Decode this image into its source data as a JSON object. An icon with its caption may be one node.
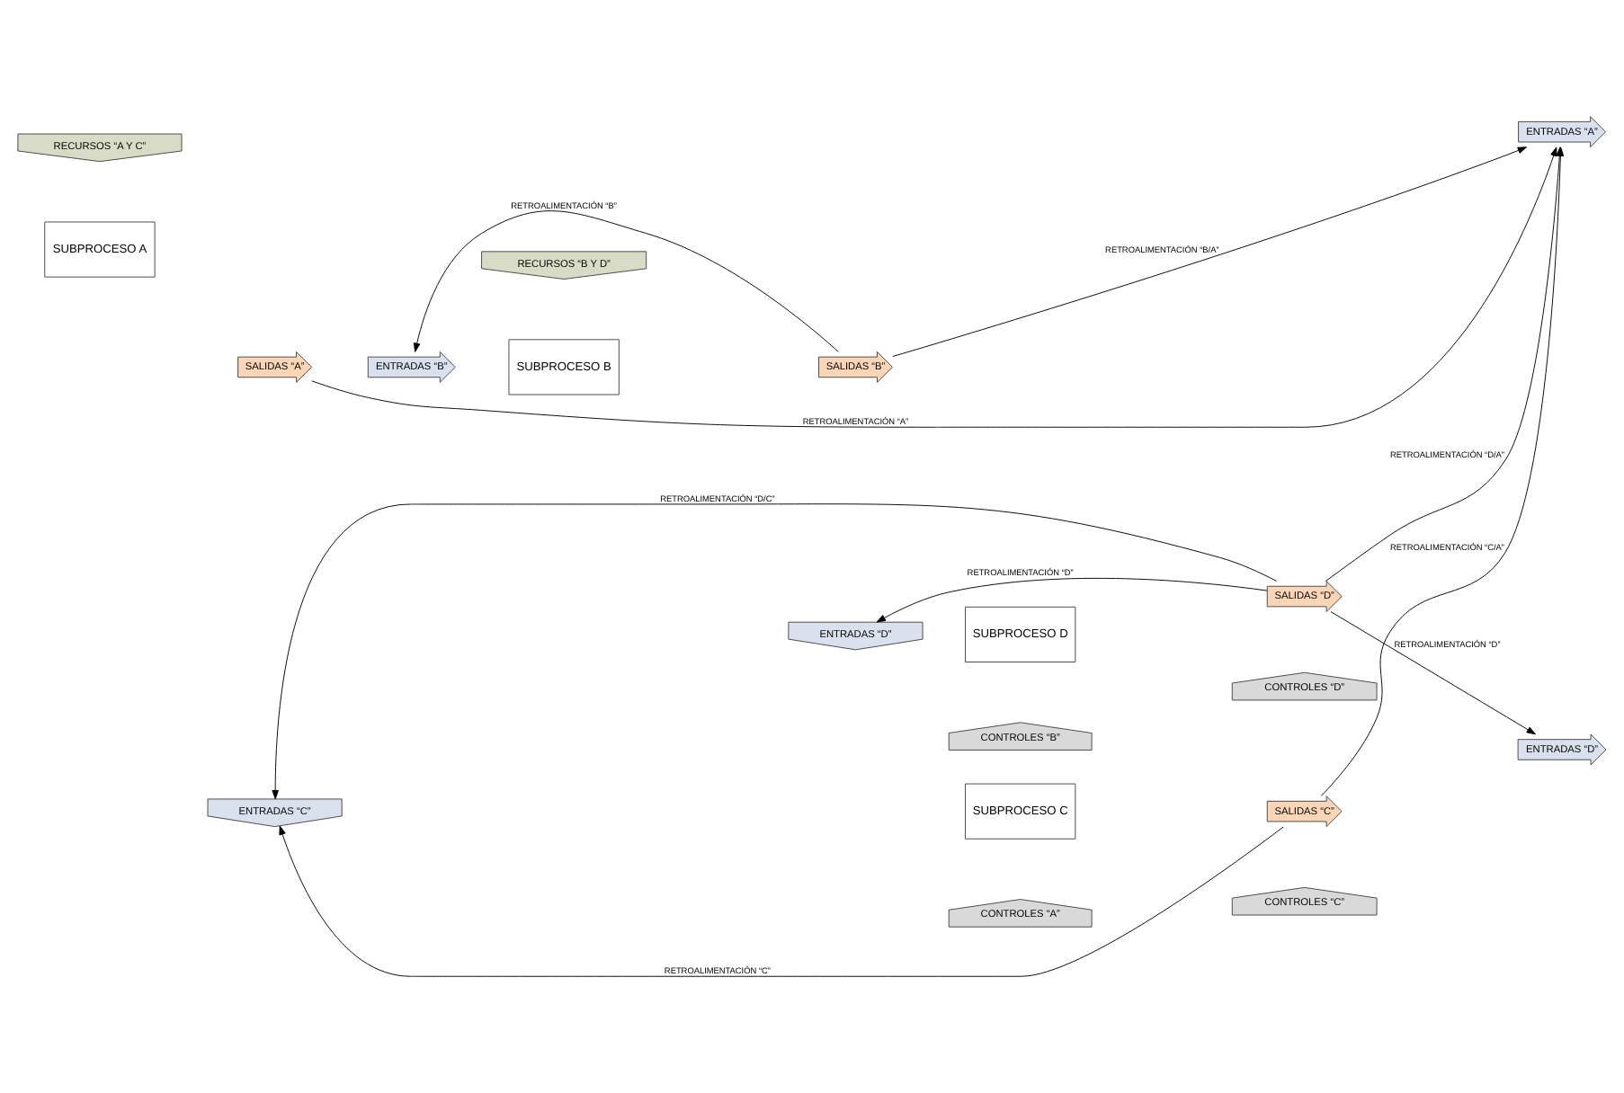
{
  "diagram": {
    "nodes": [
      {
        "text": [
          "RECURSOS “A Y C”"
        ]
      },
      {
        "text": [
          "RECURSOS “B Y D”"
        ]
      },
      {
        "text": [
          "ENTRADAS “A”"
        ]
      },
      {
        "text": [
          "SUBPROCESO A"
        ]
      },
      {
        "text": [
          "SALIDAS “A”"
        ]
      },
      {
        "text": [
          "ENTRADAS “B”"
        ]
      },
      {
        "text": [
          "SUBPROCESO B"
        ]
      },
      {
        "text": [
          "SALIDAS “B”"
        ]
      },
      {
        "text": [
          "ENTRADAS “C”"
        ]
      },
      {
        "text": [
          "ENTRADAS “D”"
        ]
      },
      {
        "text": [
          "SUBPROCESO C"
        ]
      },
      {
        "text": [
          "SALIDAS “C”"
        ]
      },
      {
        "text": [
          "ENTRADAS “D”"
        ]
      },
      {
        "text": [
          "SUBPROCESO D"
        ]
      },
      {
        "text": [
          "SALIDAS “D”"
        ]
      },
      {
        "text": [
          "CONTROLES “A”"
        ]
      },
      {
        "text": [
          "CONTROLES “C”"
        ]
      },
      {
        "text": [
          "CONTROLES “B”"
        ]
      },
      {
        "text": [
          "CONTROLES “D”"
        ]
      }
    ],
    "edges": [
      {
        "from": 14,
        "to": 2,
        "arrow": "to",
        "label": "RETROALIMENTACIÓN “D/A”"
      },
      {
        "from": 7,
        "to": 2,
        "arrow": "to",
        "label": "RETROALIMENTACIÓN “B/A”"
      },
      {
        "from": 4,
        "to": 2,
        "arrow": "to",
        "label": "RETROALIMENTACIÓN “A”"
      },
      {
        "from": 7,
        "to": 5,
        "arrow": "to",
        "label": "RETROALIMENTACIÓN “B”"
      },
      {
        "from": 11,
        "to": 8,
        "arrow": "to",
        "label": "RETROALIMENTACIÓN “C”"
      },
      {
        "from": 14,
        "to": 9,
        "arrow": "to",
        "label": "RETROALIMENTACIÓN “D”"
      },
      {
        "from": 11,
        "to": 2,
        "arrow": "to",
        "label": "RETROALIMENTACIÓN “C/A”"
      },
      {
        "from": 14,
        "to": 12,
        "arrow": "to",
        "label": "RETROALIMENTACIÓN “D”"
      },
      {
        "from": 14,
        "to": 8,
        "arrow": "to",
        "label": "RETROALIMENTACIÓN “D/C”"
      }
    ]
  }
}
